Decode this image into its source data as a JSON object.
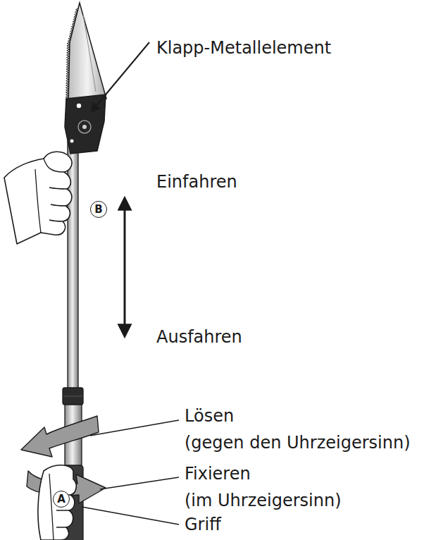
{
  "diagram": {
    "nodes": [
      {
        "text": [
          "B"
        ]
      },
      {
        "text": [
          "A"
        ]
      }
    ],
    "labels": [
      "Klapp-Metallelement",
      "Einfahren",
      "Ausfahren",
      "Lösen (gegen den Uhrzeigersinn)",
      "Fixieren (im Uhrzeigersinn)",
      "Griff"
    ]
  }
}
